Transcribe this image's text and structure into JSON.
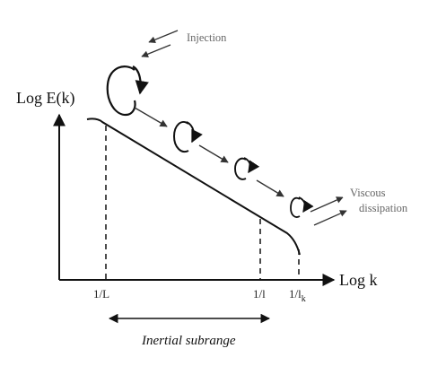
{
  "diagram": {
    "y_axis_label": "Log E(k)",
    "x_axis_label": "Log k",
    "ticks": {
      "L": "1/L",
      "l": "1/l",
      "lk_base": "1/l",
      "lk_sub": "k"
    },
    "annotations": {
      "injection": "Injection",
      "viscous_line1": "Viscous",
      "viscous_line2": "dissipation",
      "inertial": "Inertial subrange"
    },
    "colors": {
      "ink": "#111111",
      "note": "#666666"
    }
  }
}
